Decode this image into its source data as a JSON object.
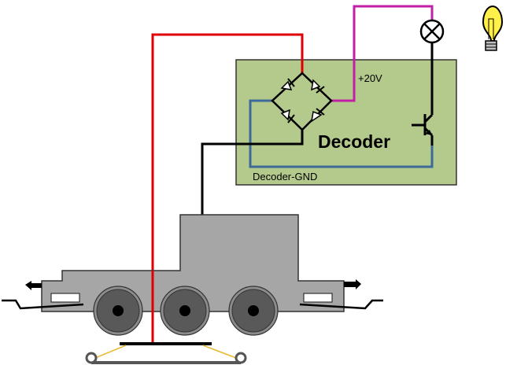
{
  "diagram": {
    "decoder": {
      "title": "Decoder",
      "voltage_label": "+20V",
      "ground_label": "Decoder-GND"
    },
    "colors": {
      "decoder_fill": "#b4c98c",
      "track_wire": "#e00000",
      "positive_wire": "#c21fa6",
      "ground_wire": "#3d6a99",
      "black_wire": "#000000",
      "loco_body": "#a6a6a6",
      "wheel_outer": "#8c8c8c",
      "wheel_inner": "#595959",
      "bulb_fill": "#fff04a",
      "pickup_spring": "#e8b830"
    },
    "components": [
      "bridge-rectifier",
      "lamp",
      "transistor",
      "light-bulb",
      "locomotive",
      "rail-pickup"
    ]
  }
}
